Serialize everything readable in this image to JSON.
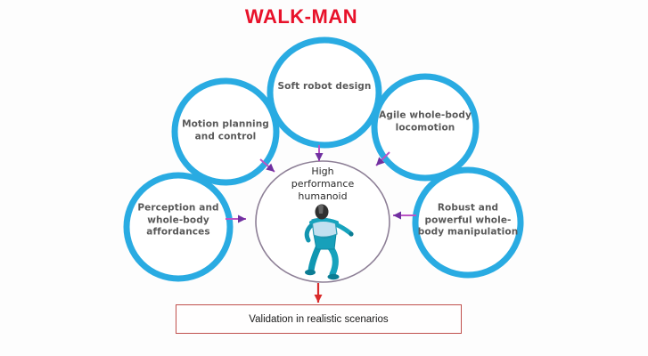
{
  "title": "WALK-MAN",
  "center": {
    "label": "High performance humanoid"
  },
  "nodes": {
    "soft": {
      "label": "Soft robot design"
    },
    "motion": {
      "label": "Motion planning and control"
    },
    "agile": {
      "label": "Agile whole-body locomotion"
    },
    "perception": {
      "label": "Perception and whole-body affordances"
    },
    "robust": {
      "label": "Robust and powerful whole-body manipulation"
    }
  },
  "validation": {
    "label": "Validation in realistic scenarios"
  },
  "icons": {
    "robot": "humanoid-robot-figure"
  },
  "colors": {
    "node_ring": "#29abe2",
    "node_text": "#595959",
    "center_ring": "#8d7f96",
    "arrow_line": "#bb54c4",
    "arrow_head": "#7030a0",
    "title_red": "#e8122a",
    "validation_border": "#c0504d",
    "flow_arrow_red": "#d92b2b",
    "robot_teal": "#17a3bd"
  }
}
